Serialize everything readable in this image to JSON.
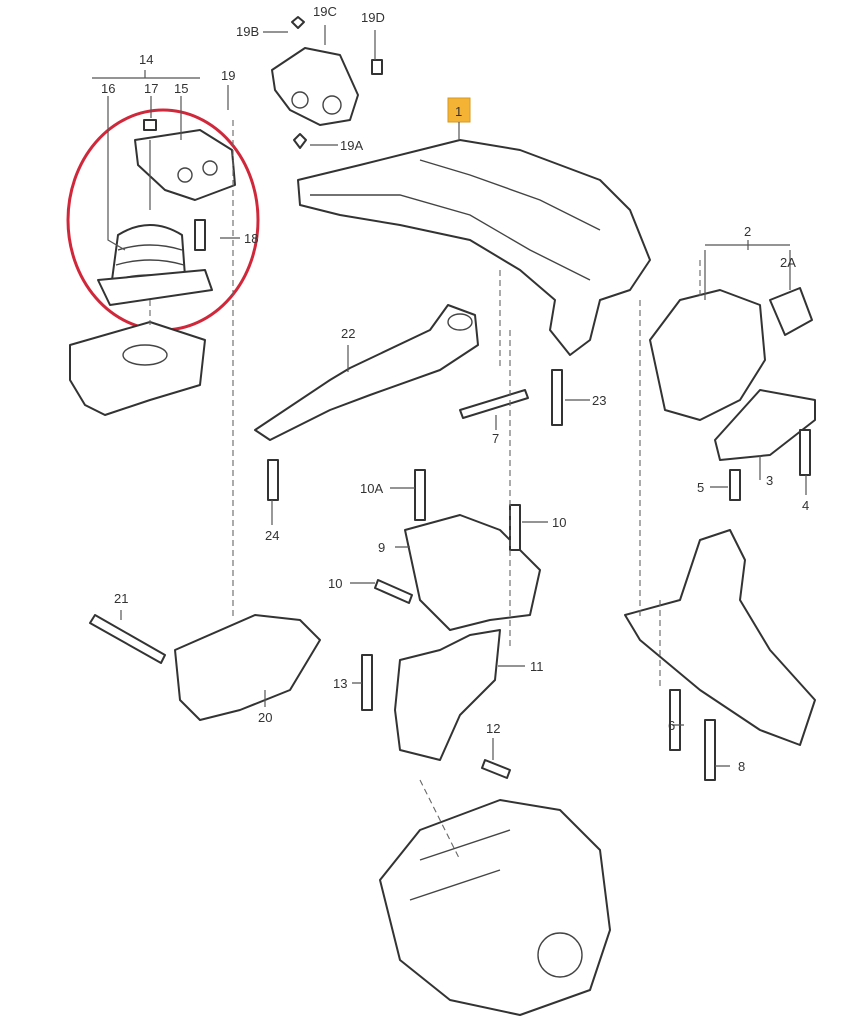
{
  "diagram": {
    "highlight_color": "#f5b335",
    "circle_color": "#d0283a",
    "highlighted_part": "1",
    "circled_group": "14",
    "labels": {
      "p14": "14",
      "p16": "16",
      "p17": "17",
      "p15": "15",
      "p19": "19",
      "p19B": "19B",
      "p19C": "19C",
      "p19D": "19D",
      "p19A": "19A",
      "p1": "1",
      "p18": "18",
      "p2": "2",
      "p2A": "2A",
      "p22": "22",
      "p23": "23",
      "p7": "7",
      "p24": "24",
      "p10A": "10A",
      "p10a": "10",
      "p9": "9",
      "p10b": "10",
      "p3": "3",
      "p5": "5",
      "p4": "4",
      "p21": "21",
      "p20": "20",
      "p13": "13",
      "p11": "11",
      "p12": "12",
      "p6": "6",
      "p8": "8"
    }
  }
}
